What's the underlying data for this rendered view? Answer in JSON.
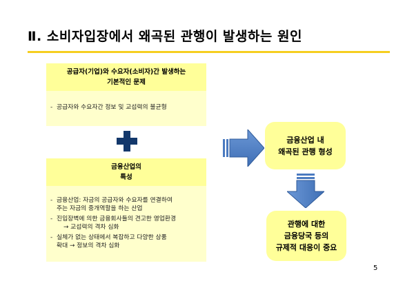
{
  "title": "Ⅱ. 소비자입장에서 왜곡된 관행이 발생하는 원인",
  "box1": {
    "heading_line1": "공급자(기업)와 수요자(소비자)간 발생하는",
    "heading_line2": "기본적인 문제",
    "bullet1": "공급자와 수요자간 정보 및 교섭력의 불균형"
  },
  "box2": {
    "heading_line1": "금융산업의",
    "heading_line2": "특성",
    "bullet1_line1": "금융산업: 자금의 공급자와 수요자를 연결하여",
    "bullet1_line2": "주는 자금의 중개역할을 하는 산업",
    "bullet2_line1": "진입장벽에 의한 금융회사들의 견고한 영업환경",
    "bullet2_line2": "→ 교섭력의 격차 심화",
    "bullet3_line1": "실체가 없는 상태에서 복잡하고 다양한 상품",
    "bullet3_line2": "확대 → 정보의 격차 심화"
  },
  "result1": {
    "line1": "금융산업 내",
    "line2": "왜곡된 관행 형성"
  },
  "result2": {
    "line1": "관행에 대한",
    "line2": "금융당국 등의",
    "line3": "규제적 대응이 중요"
  },
  "page_number": "5",
  "icons": [
    "plus-icon",
    "right-arrow-icon",
    "down-arrow-icon"
  ],
  "colors": {
    "accent_rule": "#f6ce1f",
    "box_fill": "#ffffcc",
    "box_heading_fill": "#ffff99",
    "arrow_fill": "#4a7ac0",
    "plus_fill": "#13386b"
  }
}
